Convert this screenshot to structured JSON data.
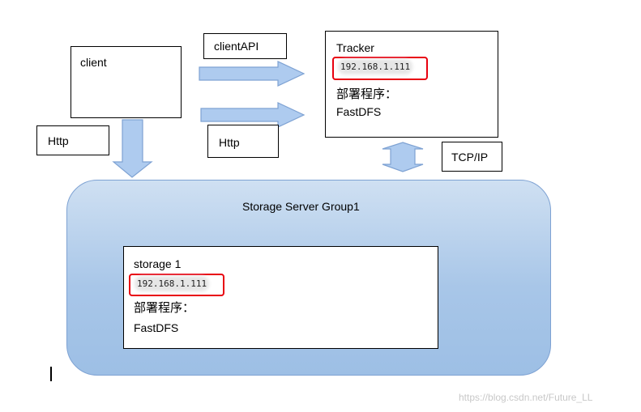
{
  "client": {
    "label": "client"
  },
  "client_api": {
    "label": "clientAPI"
  },
  "http_left": {
    "label": "Http"
  },
  "http_right": {
    "label": "Http"
  },
  "tracker": {
    "title": "Tracker",
    "ip": "192.168.1.111",
    "deploy": "部署程序：",
    "program": "FastDFS"
  },
  "tcpip": {
    "label": "TCP/IP"
  },
  "group": {
    "title": "Storage Server Group1"
  },
  "storage": {
    "title": "storage 1",
    "ip": "192.168.1.111",
    "deploy": "部署程序：",
    "program": "FastDFS"
  },
  "watermark": "https://blog.csdn.net/Future_LL",
  "colors": {
    "arrow_fill": "#aecbef",
    "arrow_stroke": "#7ea2d3",
    "highlight": "#e8000f",
    "group_fill": "#b4cfee"
  }
}
